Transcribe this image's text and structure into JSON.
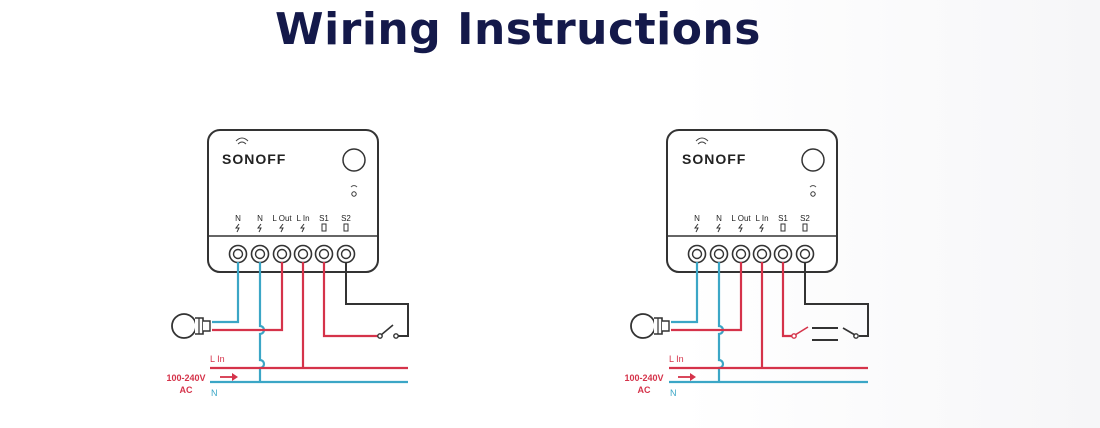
{
  "title": "Wiring Instructions",
  "colors": {
    "live": "#d5334a",
    "neutral": "#3ba6c6",
    "device": "#333333",
    "title": "#14194a"
  },
  "diagrams": [
    {
      "variant": "single-switch",
      "brand": "SONOFF",
      "terminals": [
        "N",
        "N",
        "L Out",
        "L In",
        "S1",
        "S2"
      ],
      "live_label": "L In",
      "voltage": "100-240V",
      "current_type": "AC",
      "neutral_label": "N"
    },
    {
      "variant": "two-way-switch",
      "brand": "SONOFF",
      "terminals": [
        "N",
        "N",
        "L Out",
        "L In",
        "S1",
        "S2"
      ],
      "live_label": "L In",
      "voltage": "100-240V",
      "current_type": "AC",
      "neutral_label": "N"
    }
  ]
}
